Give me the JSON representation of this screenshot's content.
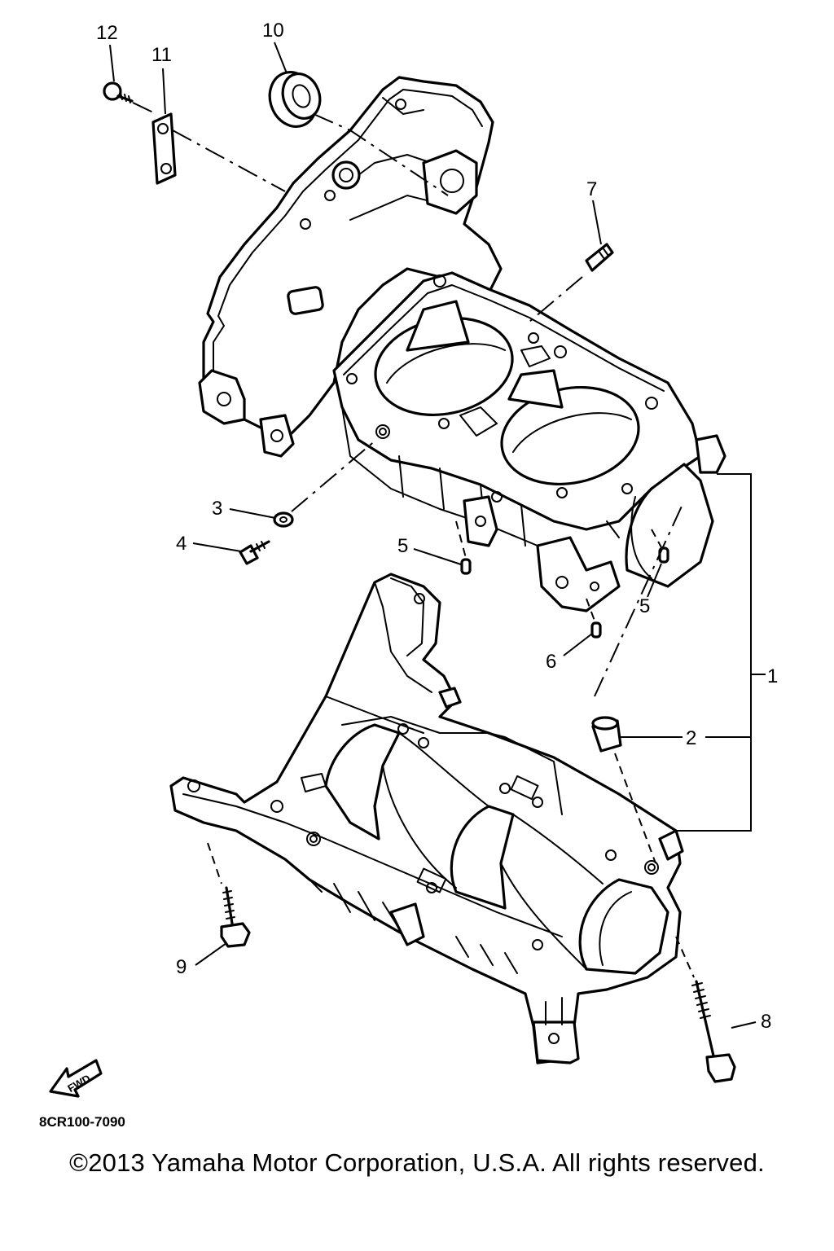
{
  "callouts": [
    {
      "number": "1"
    },
    {
      "number": "2"
    },
    {
      "number": "3"
    },
    {
      "number": "4"
    },
    {
      "number": "5"
    },
    {
      "number": "5"
    },
    {
      "number": "6"
    },
    {
      "number": "7"
    },
    {
      "number": "8"
    },
    {
      "number": "9"
    },
    {
      "number": "10"
    },
    {
      "number": "11"
    },
    {
      "number": "12"
    }
  ],
  "fwd_badge": "FWD",
  "diagram_code": "8CR100-7090",
  "copyright": "©2013 Yamaha Motor Corporation, U.S.A. All rights reserved.",
  "icons": [
    "fwd-arrow-icon"
  ],
  "colors": {
    "ink": "#000000",
    "paper": "#ffffff"
  }
}
